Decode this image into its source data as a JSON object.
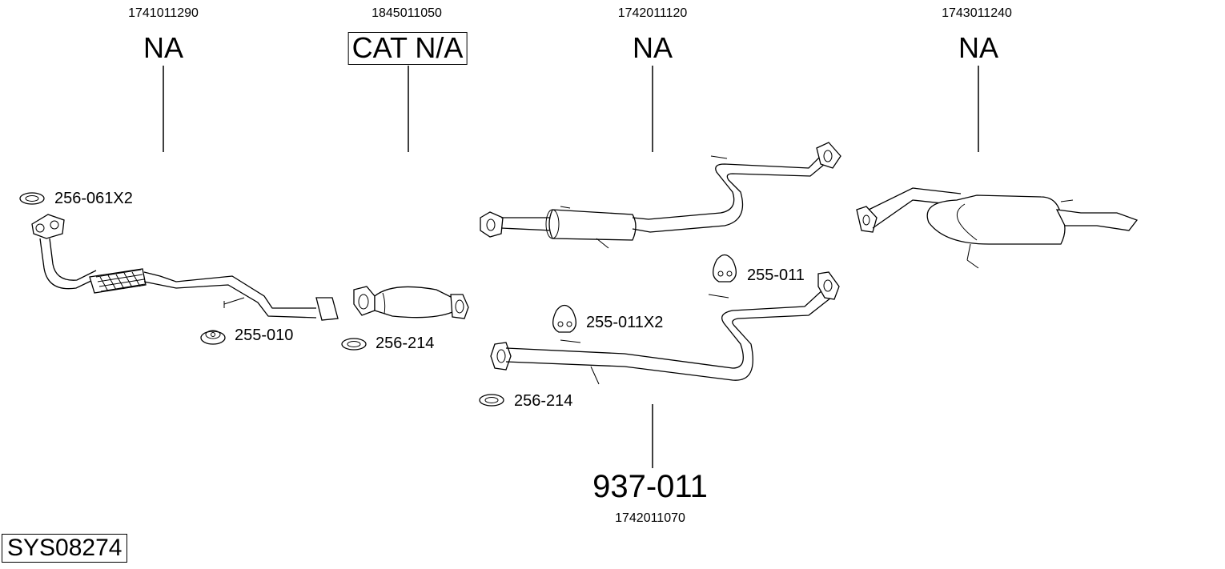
{
  "diagram_id": "SYS08274",
  "parts": [
    {
      "part_number": "1741011290",
      "code": "NA"
    },
    {
      "part_number": "1845011050",
      "code": "CAT N/A"
    },
    {
      "part_number": "1742011120",
      "code": "NA"
    },
    {
      "part_number": "1743011240",
      "code": "NA"
    },
    {
      "part_number": "1742011070",
      "code": "937-011"
    }
  ],
  "accessories": [
    {
      "label": "256-061X2",
      "icon": "gasket-ring-icon"
    },
    {
      "label": "255-010",
      "icon": "rubber-mount-icon"
    },
    {
      "label": "256-214",
      "icon": "gasket-ring-icon"
    },
    {
      "label": "255-011",
      "icon": "rubber-hanger-icon"
    },
    {
      "label": "255-011X2",
      "icon": "rubber-hanger-icon"
    },
    {
      "label": "256-214",
      "icon": "gasket-ring-icon"
    }
  ]
}
